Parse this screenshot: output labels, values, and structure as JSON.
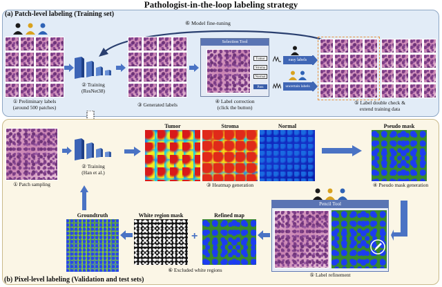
{
  "title": "Pathologist-in-the-loop labeling strategy",
  "panel_a": {
    "title": "(a) Patch-level labeling (Training set)",
    "fine_tuning": "⑥ Model fine-tuning",
    "preliminary": [
      "① Preliminary labels",
      "(around 500 patches)"
    ],
    "training": [
      "② Training",
      "(ResNet38)"
    ],
    "generated": "③ Generated labels",
    "correction": [
      "④ Label correction",
      "(click the button)"
    ],
    "double_check": [
      "⑤ Label double check &",
      "extend training data"
    ],
    "selection_tool": {
      "title": "Selection Tool",
      "buttons": [
        "Tumor",
        "Stroma",
        "Normal",
        "Pass"
      ]
    },
    "easy_labels": "easy labels",
    "uncertain_labels": "uncertain labels"
  },
  "panel_b": {
    "title": "(b) Pixel-level labeling (Validation and test sets)",
    "patch_sampling": "① Patch sampling",
    "training_prefix": "② Training",
    "training_author": "(Han et al.)",
    "heatmap_labels": [
      "Tumor",
      "Stroma",
      "Normal"
    ],
    "heatmap_caption": "③ Heatmap generation",
    "pseudo_mask_label": "Pseudo mask",
    "pseudo_mask_caption": [
      "④ Pseudo mask generation"
    ],
    "pencil_tool": "Pencil Tool",
    "refinement_caption": "⑤ Label refinement",
    "refined_map": "Refined map",
    "white_mask": "White region mask",
    "groundtruth": "Groundtruth",
    "excluded_caption": "⑥ Excluded white regions",
    "plus": "+"
  },
  "colors": {
    "arrow": "#4a73c4",
    "panel_a_bg": "#e2ecf7",
    "panel_b_bg": "#fbf6e6",
    "highlight": "#e8913a",
    "doctor_black": "#1b1b1b",
    "doctor_gold": "#d9a21e",
    "doctor_blue": "#2f63b6"
  },
  "icons": [
    "doctor-icon",
    "neural-network-icon",
    "easy-graph-icon",
    "uncertain-graph-icon",
    "pencil-icon"
  ]
}
